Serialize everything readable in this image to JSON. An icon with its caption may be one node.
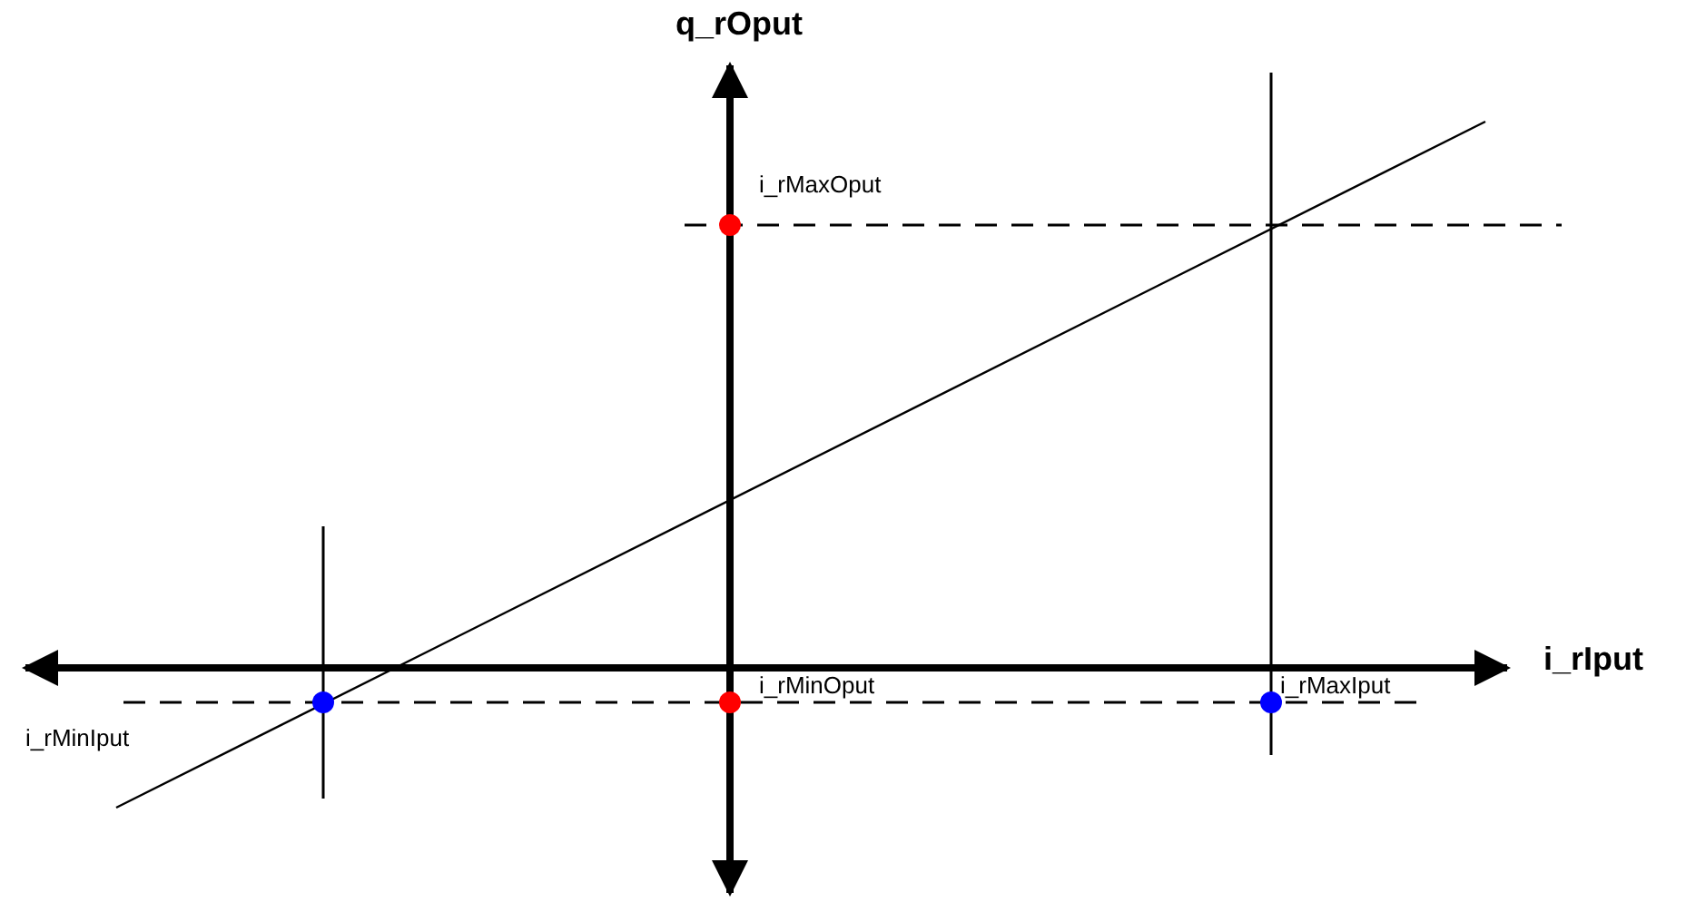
{
  "diagram": {
    "labels": [
      "q_rOput",
      "i_rMaxOput",
      "i_rIput",
      "i_rMinOput",
      "i_rMaxIput",
      "i_rMinIput"
    ]
  }
}
